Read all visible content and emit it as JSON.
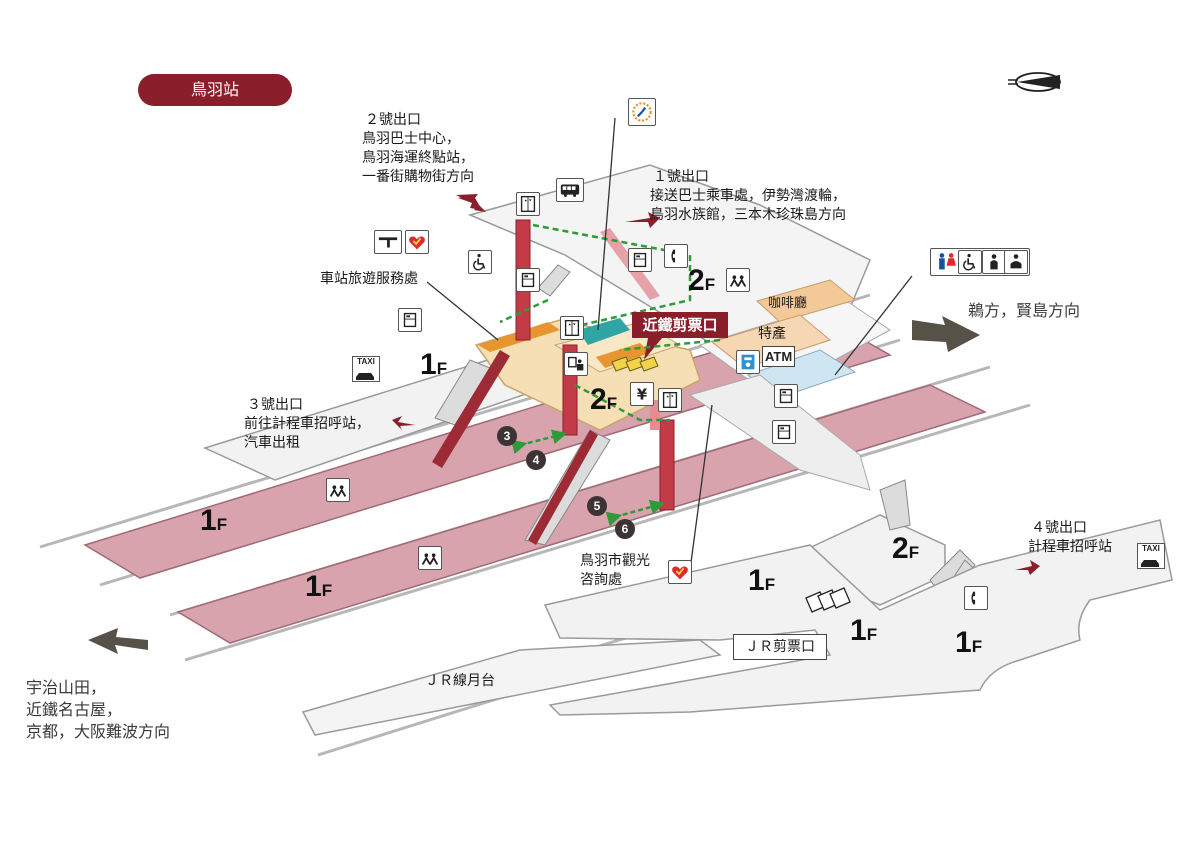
{
  "station_title": "鳥羽站",
  "exits": {
    "exit2": [
      "２號出口",
      "鳥羽巴士中心，",
      "鳥羽海運終點站，",
      "一番街購物街方向"
    ],
    "exit1": [
      "１號出口",
      "接送巴士乘車處，伊勢灣渡輪，",
      "鳥羽水族館，三本木珍珠島方向"
    ],
    "exit3": [
      "３號出口",
      "前往計程車招呼站，",
      "汽車出租"
    ],
    "exit4": [
      "４號出口",
      "計程車招呼站"
    ]
  },
  "labels": {
    "tourist_service": "車站旅遊服務處",
    "cafe": "咖啡廳",
    "souvenir": "特產",
    "atm": "ATM",
    "kintetsu_gate": "近鐵剪票口",
    "jr_gate": "ＪＲ剪票口",
    "jr_platform": "ＪＲ線月台",
    "tourism_info": [
      "鳥羽市觀光",
      "咨詢處"
    ],
    "direction_east": "鵜方，賢島方向",
    "direction_west": [
      "宇治山田，",
      "近鐵名古屋，",
      "京都，大阪難波方向"
    ],
    "taxi": "TAXI",
    "yen": "¥"
  },
  "floors": {
    "f1": "1",
    "f2": "2",
    "suffix": "F"
  },
  "platform_numbers": [
    "3",
    "4",
    "5",
    "6"
  ],
  "colors": {
    "brand": "#8a1f2b",
    "platform": "#d8a3ad",
    "concourse": "#f6dfb5",
    "cafe_area": "#f4c998",
    "souvenir_area": "#f6d7b3",
    "atm_area": "#cfe6f2",
    "floor_gray": "#f2f2f2",
    "route": "#2e9a3a",
    "arrow_dark": "#565247",
    "arrow_red": "#8a1f2b"
  }
}
